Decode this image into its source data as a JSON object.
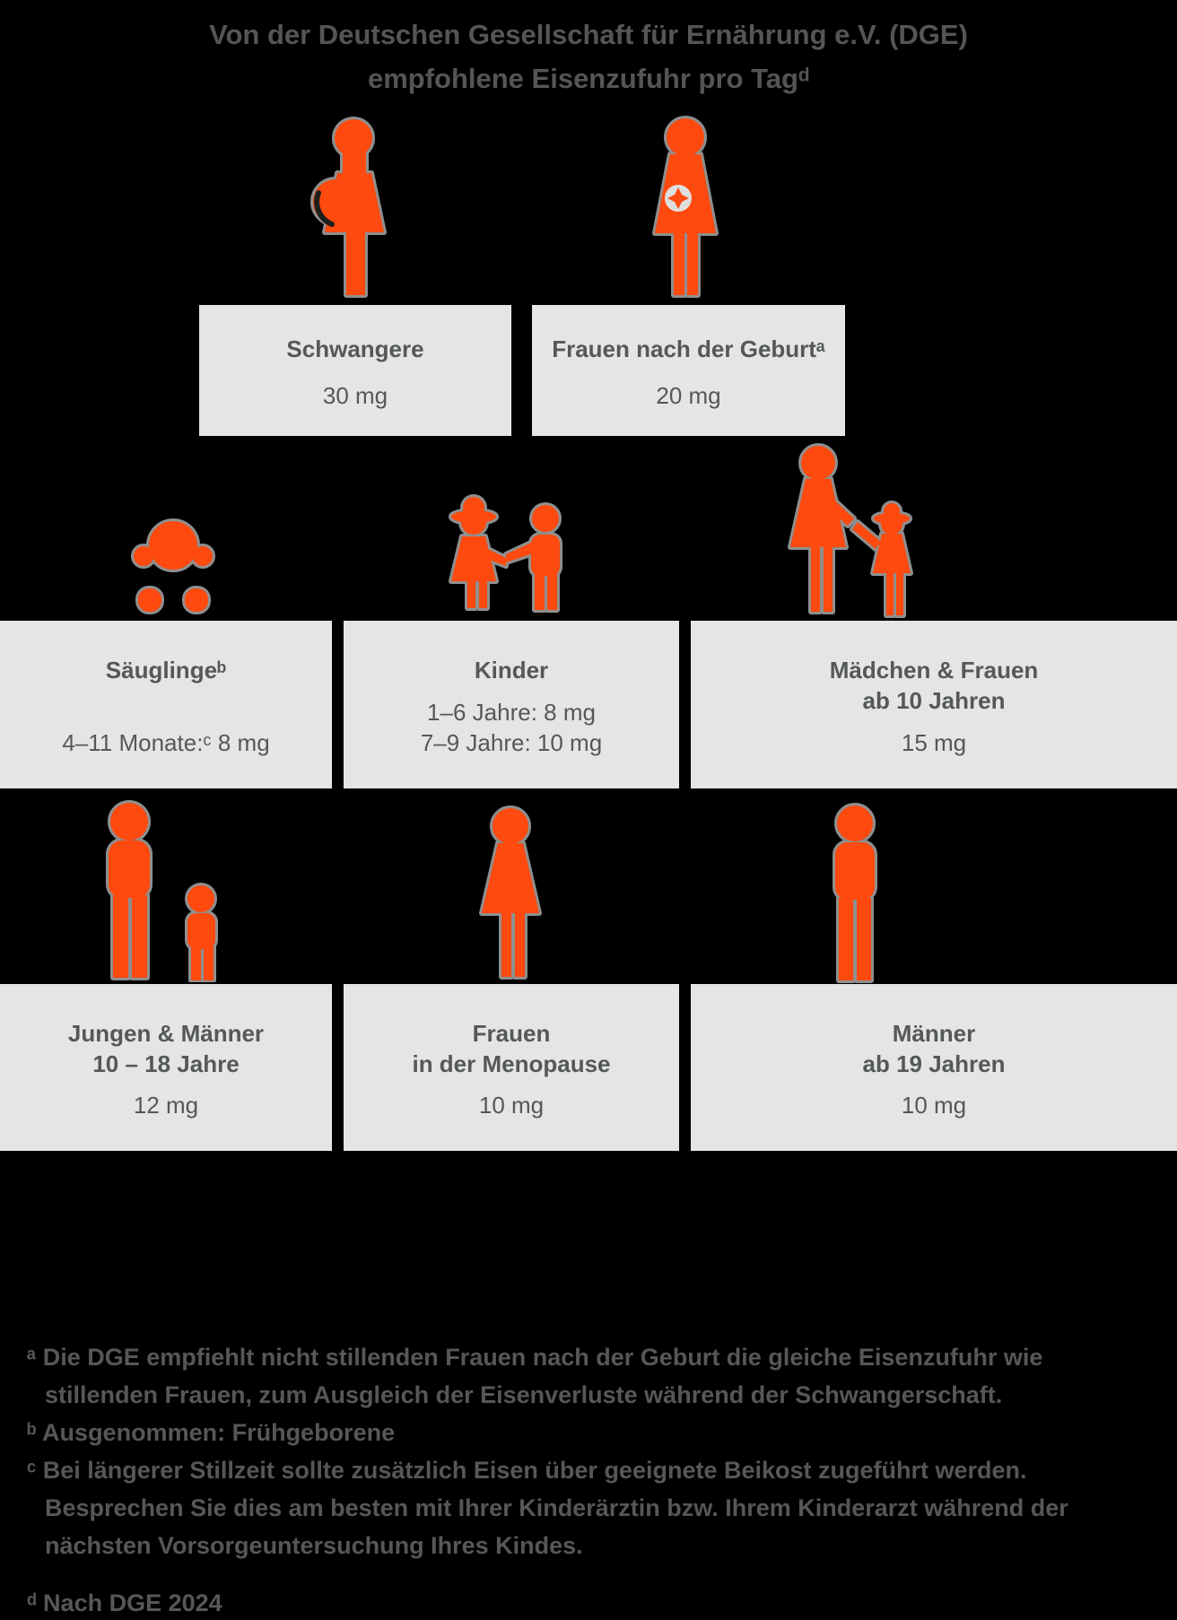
{
  "colors": {
    "background": "#000000",
    "figure_orange": "#FE4A0E",
    "figure_outline": "#8F8F8F",
    "box_background": "#E5E5E4",
    "box_text": "#54585A",
    "title_text": "#555555",
    "footnote_text": "#575757"
  },
  "title": {
    "line1": "Von der Deutschen Gesellschaft für Ernährung e.V. (DGE)",
    "line2": "empfohlene Eisenzufuhr pro Tagᵈ"
  },
  "groups": [
    {
      "id": "schwangere",
      "icon": "pregnant-woman",
      "label": "Schwangere",
      "amount": "30 mg"
    },
    {
      "id": "frauen-nach-der-geburt",
      "icon": "woman-with-baby",
      "label": "Frauen nach der Geburtᵃ",
      "amount": "20 mg"
    },
    {
      "id": "saeuglinge",
      "icon": "crawling-baby",
      "label": "Säuglingeᵇ",
      "amount": "4–11 Monate:ᶜ 8 mg"
    },
    {
      "id": "kinder",
      "icon": "two-children",
      "label": "Kinder",
      "amount": "1–6 Jahre: 8 mg\n7–9 Jahre: 10 mg"
    },
    {
      "id": "maedchen-frauen",
      "icon": "woman-and-girl",
      "label": "Mädchen & Frauen\nab 10 Jahren",
      "amount": "15 mg"
    },
    {
      "id": "jungen-maenner",
      "icon": "man-and-boy",
      "label": "Jungen & Männer\n10 – 18 Jahre",
      "amount": "12 mg"
    },
    {
      "id": "frauen-menopause",
      "icon": "woman",
      "label": "Frauen\nin der Menopause",
      "amount": "10 mg"
    },
    {
      "id": "maenner",
      "icon": "man",
      "label": "Männer\nab 19 Jahren",
      "amount": "10 mg"
    }
  ],
  "footnotes": [
    "ᵃ Die DGE empfiehlt nicht stillenden Frauen nach der Geburt die gleiche Eisenzufuhr wie stillenden Frauen, zum Ausgleich der Eisenverluste während der Schwangerschaft.",
    "ᵇ Ausgenommen: Frühgeborene",
    "ᶜ Bei längerer Stillzeit sollte zusätzlich Eisen über geeignete Beikost zugeführt werden. Besprechen Sie dies am besten mit Ihrer Kinderärztin bzw. Ihrem Kinderarzt während der nächsten Vorsorgeuntersuchung Ihres Kindes.",
    "ᵈ Nach DGE 2024"
  ]
}
